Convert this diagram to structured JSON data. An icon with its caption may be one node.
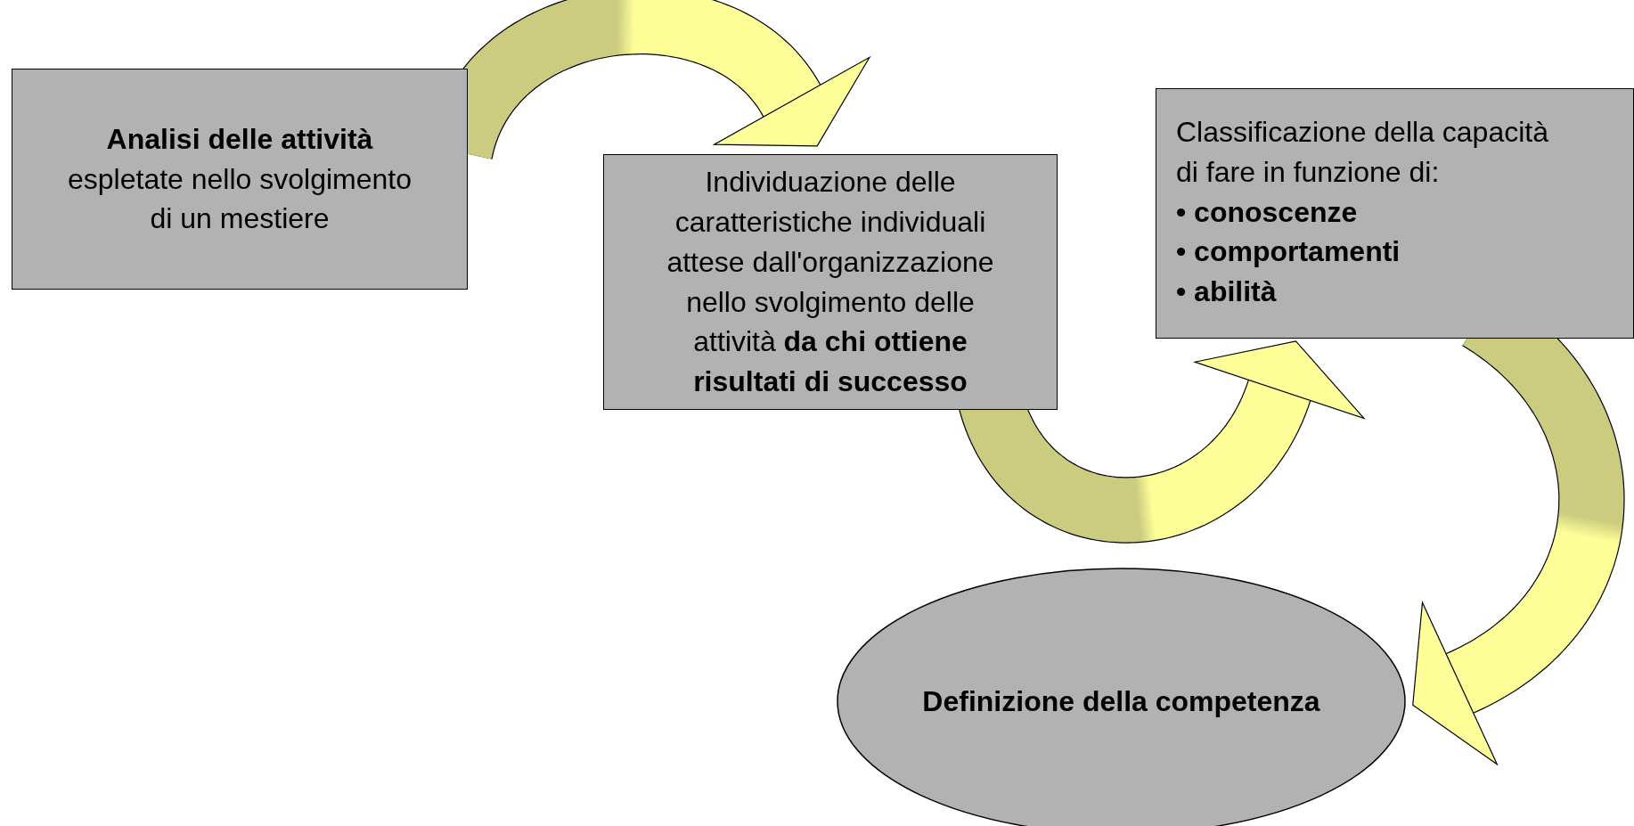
{
  "diagram": {
    "nodes": [
      {
        "text": [
          "Analisi delle attività",
          "espletate nello svolgimento di un mestiere"
        ]
      },
      {
        "text": [
          "Individuazione delle caratteristiche individuali attese dall'organizzazione nello svolgimento delle attività **da chi ottiene risultati di successo**"
        ]
      },
      {
        "text": [
          "Classificazione della capacità di fare in funzione di:",
          "• conoscenze",
          "• comportamenti",
          "• abilità"
        ]
      },
      {
        "text": [
          "Definizione della competenza"
        ]
      }
    ],
    "edges": [
      {
        "from": 0,
        "to": 1,
        "arrow": "to"
      },
      {
        "from": 1,
        "to": 2,
        "arrow": "to"
      },
      {
        "from": 2,
        "to": 3,
        "arrow": "to"
      }
    ]
  }
}
